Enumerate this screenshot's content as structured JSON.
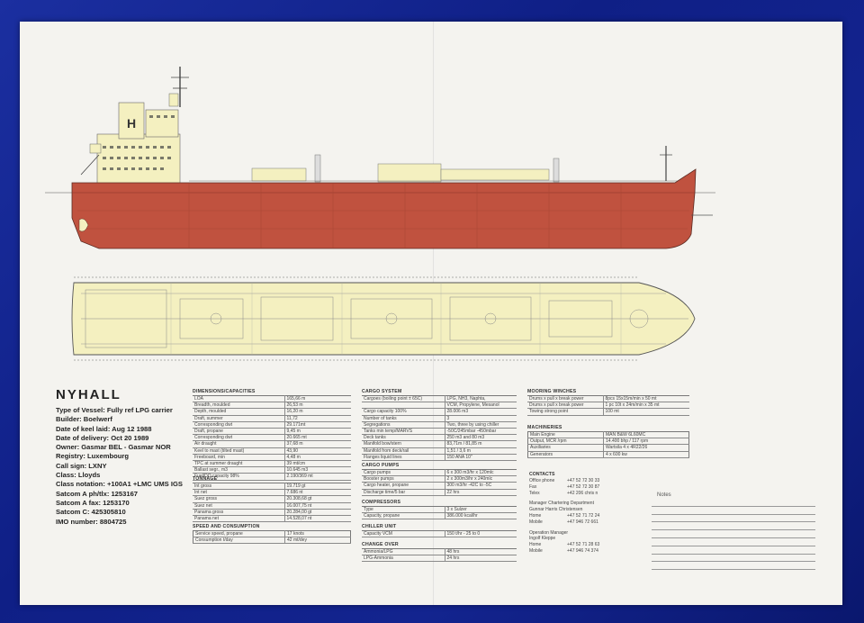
{
  "vessel_name": "NYHALL",
  "funnel_letter": "H",
  "specs": [
    "Type of Vessel: Fully ref LPG carrier",
    "Builder: Boelwerf",
    "Date of keel laid: Aug 12 1988",
    "Date of delivery: Oct 20 1989",
    "Owner: Gasmar BEL - Gasmar NOR",
    "Registry: Luxembourg",
    "Call sign: LXNY",
    "Class: Lloyds",
    "Class notation: +100A1 +LMC UMS IGS",
    "Satcom A ph/tlx: 1253167",
    "Satcom A fax: 1253170",
    "Satcom C: 425305810",
    "IMO number: 8804725"
  ],
  "dimensions": {
    "heading": "DIMENSIONS/CAPACITIES",
    "rows": [
      [
        "LOA",
        "165,66 m"
      ],
      [
        "Breadth, moulded",
        "26,53 m"
      ],
      [
        "Depth, moulded",
        "16,20 m"
      ],
      [
        "Draft, summer",
        "11,72"
      ],
      [
        "Corresponding dwt",
        "29.171mt"
      ],
      [
        "Draft, propane",
        "9,45 m"
      ],
      [
        "Corresponding dwt",
        "20.665 mt"
      ],
      [
        "Air draught",
        "37,68 m"
      ],
      [
        "Keel to mast (tilted mast)",
        "43,90"
      ],
      [
        "Freeboard, min",
        "4,48 m"
      ],
      [
        "TPC at summer draught",
        "39 mt/cm"
      ],
      [
        "Ballast segr., m3",
        "10.645 m3"
      ],
      [
        "Fuel/DO capacity 98%",
        "2.190/369 mt"
      ]
    ]
  },
  "tonnage": {
    "heading": "TONNAGE",
    "rows": [
      [
        "Int gross",
        "19.719 gt"
      ],
      [
        "Int net",
        "7.686 nt"
      ],
      [
        "Suez gross",
        "20.308,68 gt"
      ],
      [
        "Suez net",
        "16.007,75 nt"
      ],
      [
        "Panama gross",
        "20.284,00 gt"
      ],
      [
        "Panama net",
        "14.528,07 nt"
      ]
    ]
  },
  "speed": {
    "heading": "SPEED AND CONSUMPTION",
    "rows": [
      [
        "Service speed, propane",
        "17 knots"
      ],
      [
        "Consumption t/day",
        "42 mt/dey"
      ]
    ]
  },
  "cargo_system": {
    "heading": "CARGO SYSTEM",
    "rows": [
      [
        "Cargoes (boiling point ± 65C)",
        "LPG, NH3, Naphta,"
      ],
      [
        "",
        "VCM, Propylene, Mesanol"
      ],
      [
        "Cargo capacity 100%",
        "28.006 m3"
      ],
      [
        "Number of tanks",
        "3"
      ],
      [
        "Segregations",
        "Two, three by using chiller"
      ],
      [
        "Tanks min temp/MARVS",
        "-50C/245mbar -450mbar"
      ],
      [
        "Deck tanks",
        "250 m3 and 80 m3"
      ],
      [
        "Manifold bow/stern",
        "83,71m / 81,85 m"
      ],
      [
        "Manifold from deck/rail",
        "1,51 / 3,6 m"
      ],
      [
        "Flanges liquid lines",
        "150 ANA 10\""
      ]
    ]
  },
  "cargo_pumps": {
    "heading": "Cargo pumps",
    "rows": [
      [
        "Cargo pumps",
        "6 x 300 m3/hr x 120mlc"
      ],
      [
        "Booster pumps",
        "2 x 300m3/hr x 240mlc"
      ],
      [
        "Cargo heater, propane",
        "300 m3/hr -42C to -5C"
      ],
      [
        "Discharge time/5 bar",
        "22 hrs"
      ]
    ]
  },
  "compressors": {
    "heading": "Compressors",
    "rows": [
      [
        "Type",
        "3 x Sulzer"
      ],
      [
        "Capacity, propane",
        "386.000 kcal/hr"
      ]
    ]
  },
  "chiller": {
    "heading": "Chiller Unit",
    "rows": [
      [
        "Capacity VCM",
        "150 t/hr - 25 to 0"
      ]
    ]
  },
  "change_over": {
    "heading": "Change over",
    "rows": [
      [
        "Ammonia/LPG",
        "48 hrs"
      ],
      [
        "LPG-Ammonia",
        "24 hrs"
      ]
    ]
  },
  "mooring": {
    "heading": "MOORING WINCHES",
    "rows": [
      [
        "Drums x pull x break power",
        "8pcs 15x15m/min x 50 mt"
      ],
      [
        "Drums x pull x break power",
        "1 pc 10t x 24m/min x 35 mt"
      ],
      [
        "Towing strong point",
        "100 mt"
      ]
    ]
  },
  "machineries": {
    "heading": "MACHINERIES",
    "rows": [
      [
        "Main Engine",
        "MAN B&W   6L60MC"
      ],
      [
        "Output, MCR /rpm",
        "14.400 bhp / 117 rpm"
      ],
      [
        "Auxiliaries",
        "Wartsila 4 x 4R22/26"
      ],
      [
        "Generators",
        "4 x 600 kw"
      ]
    ]
  },
  "contacts": {
    "heading": "CONTACTS",
    "office": [
      [
        "Office phone",
        "+47 52 72 30 33"
      ],
      [
        "Fax",
        "+47 52 72 30 87"
      ],
      [
        "Telex",
        "+42 206 chris n"
      ]
    ],
    "chartering_title": "Manager Chartering Department",
    "chartering_name": "Gunnar Harris Christensen",
    "chartering": [
      [
        "Home",
        "+47 52 71 72 24"
      ],
      [
        "Mobile",
        "+47 946 72 661"
      ]
    ],
    "operation_title": "Operation Manager",
    "operation_name": "Ingolf Kleppe",
    "operation": [
      [
        "Home",
        "+47 52 71 28 63"
      ],
      [
        "Mobile",
        "+47 946 74 374"
      ]
    ]
  },
  "notes_label": "Notes",
  "colors": {
    "hull": "#c0523f",
    "deck": "#f4f0c0",
    "background": "#1b2fa0",
    "paper": "#f4f3ef"
  }
}
